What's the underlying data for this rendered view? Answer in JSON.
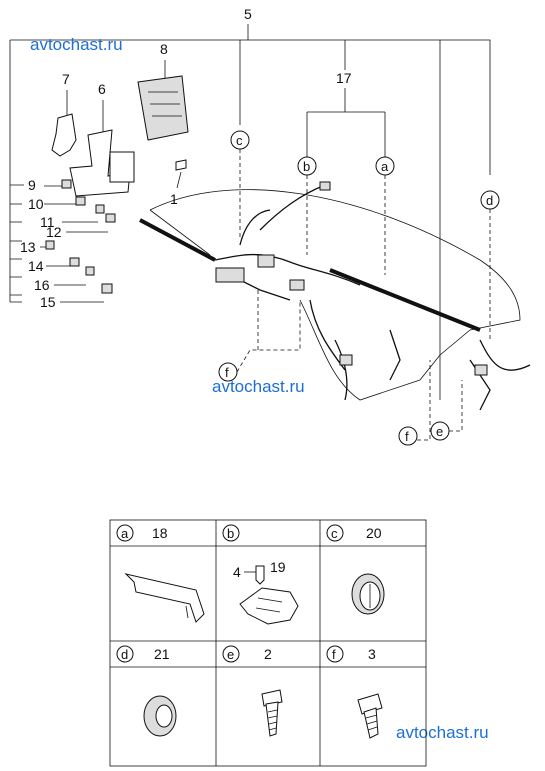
{
  "watermarks": [
    "avtochast.ru",
    "avtochast.ru",
    "avtochast.ru"
  ],
  "callouts": {
    "n5": "5",
    "n7": "7",
    "n6": "6",
    "n8": "8",
    "n17": "17",
    "n1": "1",
    "n9": "9",
    "n10": "10",
    "n11": "11",
    "n12": "12",
    "n13": "13",
    "n14": "14",
    "n16": "16",
    "n15": "15"
  },
  "circle_letters": {
    "c": "c",
    "b": "b",
    "a": "a",
    "d": "d",
    "f1": "f",
    "e": "e",
    "f2": "f"
  },
  "table": {
    "cells": [
      {
        "letter": "a",
        "num": "18"
      },
      {
        "letter": "b",
        "num": ""
      },
      {
        "letter": "c",
        "num": "20"
      },
      {
        "letter": "d",
        "num": "21"
      },
      {
        "letter": "e",
        "num": "2"
      },
      {
        "letter": "f",
        "num": "3"
      }
    ],
    "b_parts": {
      "n4": "4",
      "n19": "19"
    }
  }
}
